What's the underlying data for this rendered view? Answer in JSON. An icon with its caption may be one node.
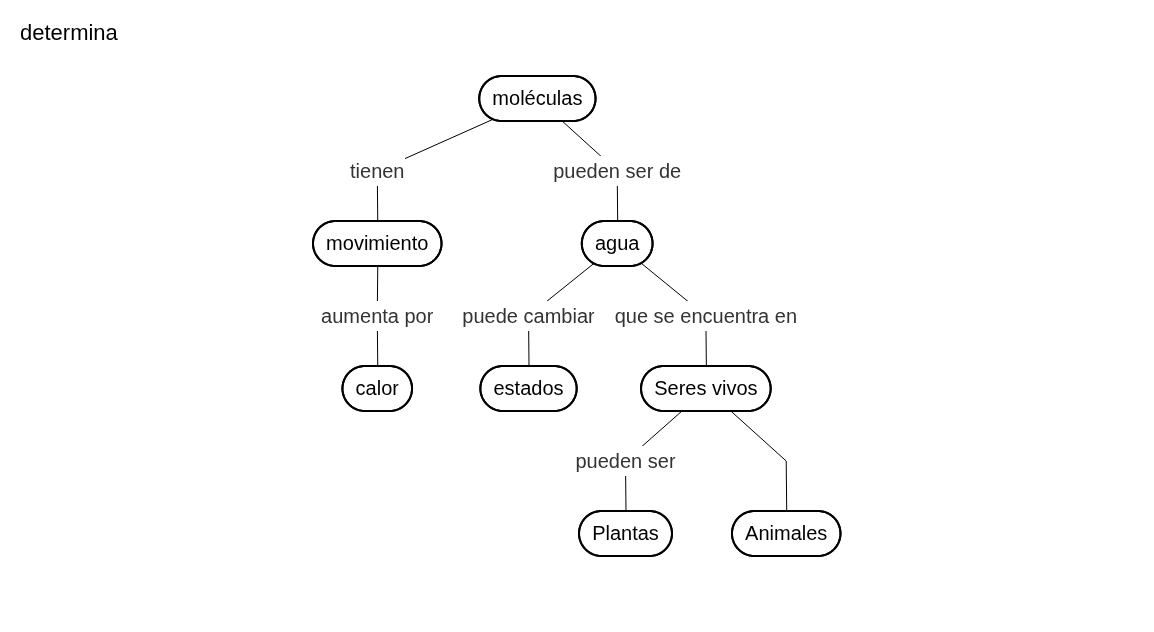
{
  "diagram": {
    "nodes": [
      {
        "text": [
          "moléculas"
        ]
      },
      {
        "text": [
          "movimiento"
        ]
      },
      {
        "text": [
          "agua"
        ]
      },
      {
        "text": [
          "calor"
        ]
      },
      {
        "text": [
          "estados"
        ]
      },
      {
        "text": [
          "Seres vivos"
        ]
      },
      {
        "text": [
          "Plantas"
        ]
      },
      {
        "text": [
          "Animales"
        ]
      }
    ],
    "edges": [
      {
        "from": 0,
        "to": 1,
        "arrow": "none",
        "label": "tienen"
      },
      {
        "from": 0,
        "to": 2,
        "arrow": "none",
        "label": "pueden ser de"
      },
      {
        "from": 1,
        "to": 3,
        "arrow": "none",
        "label": "aumenta por"
      },
      {
        "from": 2,
        "to": 4,
        "arrow": "none",
        "label": "puede cambiar"
      },
      {
        "from": 2,
        "to": 5,
        "arrow": "none",
        "label": "que se encuentra en"
      },
      {
        "from": 5,
        "to": 6,
        "arrow": "none",
        "label": "pueden ser"
      },
      {
        "from": 5,
        "to": 7,
        "arrow": "none"
      }
    ],
    "labels": [
      "determina"
    ]
  }
}
